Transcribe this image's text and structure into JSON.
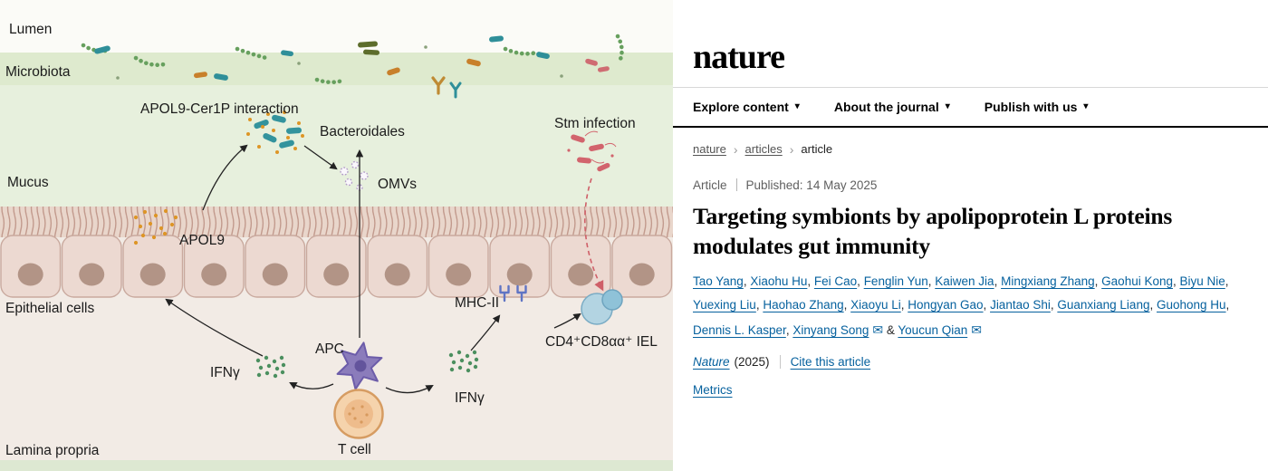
{
  "icons": {
    "chevron_down": "▾",
    "chevron_right": "›",
    "email": "✉"
  },
  "colors": {
    "link_blue": "#06619e",
    "mucus_green": "#e7f0dd",
    "epithelium_pink": "#ecd9d1",
    "lamina_propria": "#f2ebe5",
    "stm_red": "#cf5f68",
    "apol9_orange": "#dd9526",
    "bacteroidales_teal": "#33939d",
    "ifng_green": "#4b8f5f",
    "apc_purple": "#8b7cbb",
    "tcell_orange": "#f5d3ac",
    "iel_blue": "#b3d4e2"
  },
  "figure": {
    "labels": {
      "lumen": "Lumen",
      "microbiota": "Microbiota",
      "apol9_cer1p_interaction": "APOL9-Cer1P interaction",
      "bacteroidales": "Bacteroidales",
      "stm_infection": "Stm infection",
      "mucus": "Mucus",
      "omvs": "OMVs",
      "apol9": "APOL9",
      "epithelial_cells": "Epithelial cells",
      "mhc_ii": "MHC-II",
      "iel": "CD4⁺CD8αα⁺ IEL",
      "ifng_left": "IFNγ",
      "apc": "APC",
      "ifng_right": "IFNγ",
      "t_cell": "T cell",
      "lamina_propria": "Lamina propria"
    }
  },
  "article": {
    "brand": "nature",
    "nav": [
      "Explore content",
      "About the journal",
      "Publish with us"
    ],
    "breadcrumb": [
      "nature",
      "articles",
      "article"
    ],
    "meta": {
      "type": "Article",
      "published": "Published: 14 May 2025"
    },
    "title": "Targeting symbionts by apolipoprotein L proteins modulates gut immunity",
    "authors": [
      {
        "name": "Tao Yang"
      },
      {
        "name": "Xiaohu Hu"
      },
      {
        "name": "Fei Cao"
      },
      {
        "name": "Fenglin Yun"
      },
      {
        "name": "Kaiwen Jia"
      },
      {
        "name": "Mingxiang Zhang"
      },
      {
        "name": "Gaohui Kong"
      },
      {
        "name": "Biyu Nie"
      },
      {
        "name": "Yuexing Liu"
      },
      {
        "name": "Haohao Zhang"
      },
      {
        "name": "Xiaoyu Li"
      },
      {
        "name": "Hongyan Gao"
      },
      {
        "name": "Jiantao Shi"
      },
      {
        "name": "Guanxiang Liang"
      },
      {
        "name": "Guohong Hu"
      },
      {
        "name": "Dennis L. Kasper"
      },
      {
        "name": "Xinyang Song",
        "corresponding": true
      },
      {
        "name": "Youcun Qian",
        "corresponding": true
      }
    ],
    "citation": {
      "journal": "Nature",
      "year": "(2025)",
      "cite_label": "Cite this article"
    },
    "metrics_label": "Metrics"
  }
}
